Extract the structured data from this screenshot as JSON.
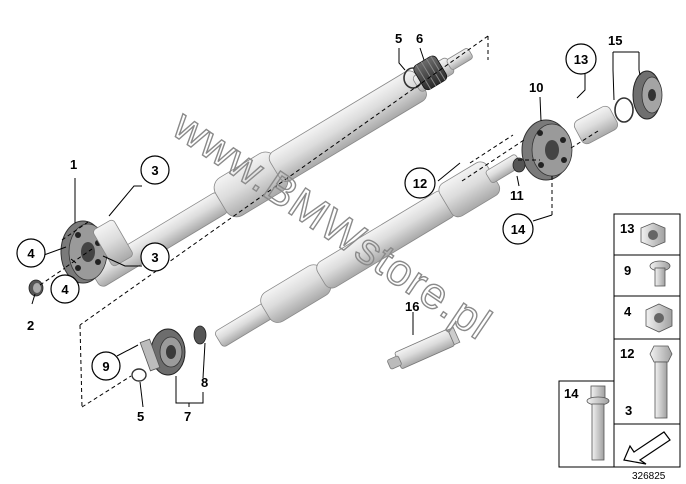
{
  "callouts": {
    "c1": "1",
    "c2": "2",
    "c3a": "3",
    "c3b": "3",
    "c4a": "4",
    "c4b": "4",
    "c5a": "5",
    "c5b": "5",
    "c6": "6",
    "c7": "7",
    "c8": "8",
    "c9": "9",
    "c10": "10",
    "c11": "11",
    "c12": "12",
    "c13": "13",
    "c14": "14",
    "c15": "15",
    "c16": "16"
  },
  "legend": {
    "k13": "13",
    "k9": "9",
    "k4": "4",
    "k12": "12",
    "k3": "3",
    "k14": "14"
  },
  "watermark": "www.BMWstore.pl",
  "reference_number": "326825"
}
